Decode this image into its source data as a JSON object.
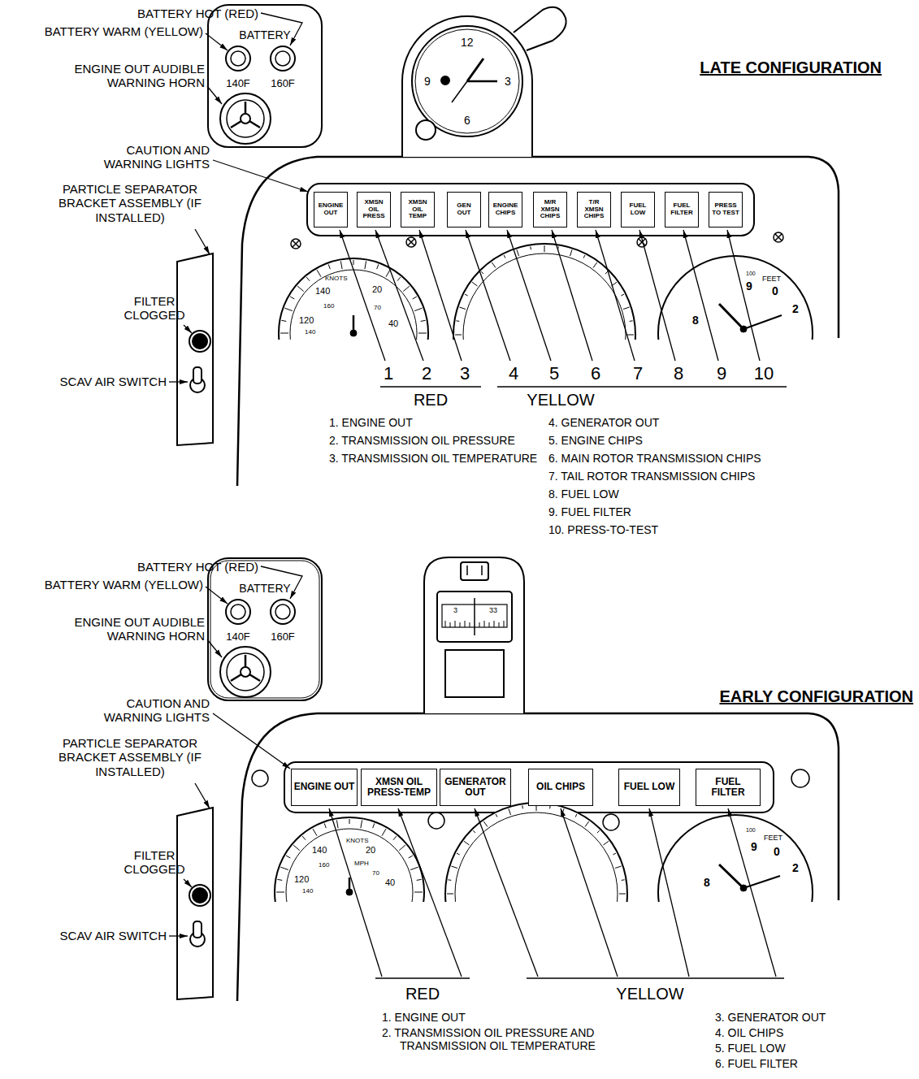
{
  "diagram": {
    "nodes": [
      {
        "text": [
          "BATTERY",
          "140F",
          "160F"
        ]
      },
      {
        "text": [
          "ENGINE OUT"
        ]
      },
      {
        "text": [
          "XMSN OIL PRESS"
        ]
      },
      {
        "text": [
          "XMSN OIL TEMP"
        ]
      },
      {
        "text": [
          "GEN OUT"
        ]
      },
      {
        "text": [
          "ENGINE CHIPS"
        ]
      },
      {
        "text": [
          "M/R XMSN CHIPS"
        ]
      },
      {
        "text": [
          "T/R XMSN CHIPS"
        ]
      },
      {
        "text": [
          "FUEL LOW"
        ]
      },
      {
        "text": [
          "FUEL FILTER"
        ]
      },
      {
        "text": [
          "PRESS TO TEST"
        ]
      },
      {
        "text": [
          "BATTERY",
          "140F",
          "160F"
        ]
      },
      {
        "text": [
          "ENGINE OUT"
        ]
      },
      {
        "text": [
          "XMSN OIL PRESS-TEMP"
        ]
      },
      {
        "text": [
          "GENERATOR OUT"
        ]
      },
      {
        "text": [
          "OIL CHIPS"
        ]
      },
      {
        "text": [
          "FUEL LOW"
        ]
      },
      {
        "text": [
          "FUEL FILTER"
        ]
      }
    ],
    "labels": [
      "BATTERY HOT (RED)",
      "BATTERY WARM (YELLOW)",
      "ENGINE OUT AUDIBLE WARNING HORN",
      "LATE CONFIGURATION",
      "CAUTION AND WARNING LIGHTS",
      "PARTICLE SEPARATOR BRACKET ASSEMBLY (IF INSTALLED)",
      "FILTER CLOGGED",
      "SCAV AIR SWITCH",
      "1",
      "2",
      "3",
      "4",
      "5",
      "6",
      "7",
      "8",
      "9",
      "10",
      "RED",
      "YELLOW",
      "1. ENGINE OUT",
      "2. TRANSMISSION OIL PRESSURE",
      "3. TRANSMISSION OIL TEMPERATURE",
      "4. GENERATOR OUT",
      "5. ENGINE CHIPS",
      "6. MAIN ROTOR TRANSMISSION CHIPS",
      "7. TAIL ROTOR TRANSMISSION CHIPS",
      "8. FUEL LOW",
      "9. FUEL FILTER",
      "10. PRESS-TO-TEST",
      "12",
      "3",
      "6",
      "9",
      "KNOTS",
      "140",
      "20",
      "160",
      "70",
      "120",
      "140",
      "40",
      "100",
      "FEET",
      "9",
      "0",
      "8",
      "2",
      "BATTERY HOT (RED)",
      "BATTERY WARM (YELLOW)",
      "ENGINE OUT AUDIBLE WARNING HORN",
      "EARLY CONFIGURATION",
      "CAUTION AND WARNING LIGHTS",
      "PARTICLE SEPARATOR BRACKET ASSEMBLY (IF INSTALLED)",
      "FILTER CLOGGED",
      "SCAV AIR SWITCH",
      "RED",
      "YELLOW",
      "1. ENGINE OUT",
      "2. TRANSMISSION OIL PRESSURE AND TRANSMISSION OIL TEMPERATURE",
      "3. GENERATOR OUT",
      "4. OIL CHIPS",
      "5. FUEL LOW",
      "6. FUEL FILTER",
      "3",
      "33",
      "KNOTS",
      "140",
      "20",
      "160",
      "MPH",
      "70",
      "120",
      "140",
      "40",
      "100",
      "FEET",
      "9",
      "0",
      "8",
      "2"
    ]
  }
}
